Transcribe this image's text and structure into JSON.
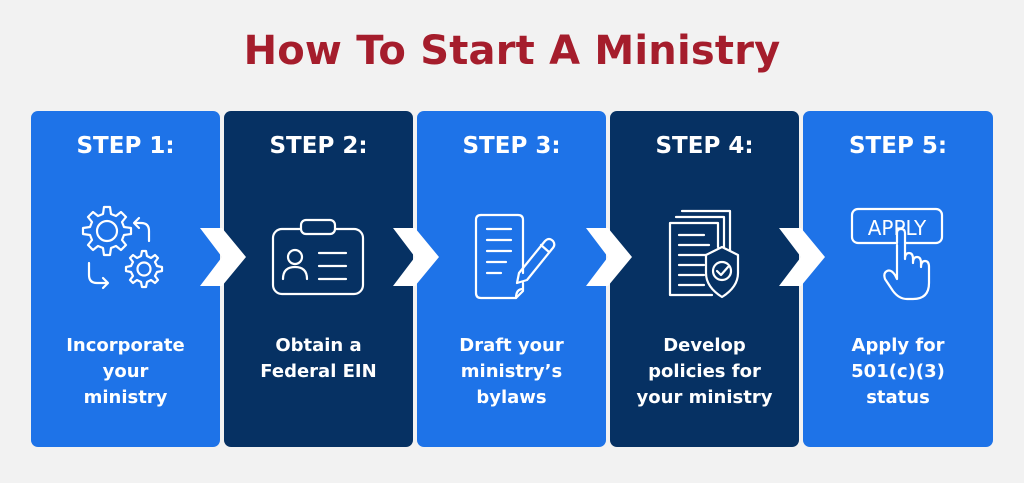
{
  "title": "How To Start A Ministry",
  "colors": {
    "title": "#a51d2c",
    "light_panel": "#1e73e8",
    "dark_panel": "#063163",
    "background": "#f2f2f2"
  },
  "steps": [
    {
      "label": "STEP 1:",
      "icon": "gears-cycle-icon",
      "lines": [
        "Incorporate",
        "your",
        "ministry"
      ]
    },
    {
      "label": "STEP 2:",
      "icon": "id-badge-icon",
      "lines": [
        "Obtain a",
        "Federal EIN"
      ]
    },
    {
      "label": "STEP 3:",
      "icon": "document-pencil-icon",
      "lines": [
        "Draft your",
        "ministry’s",
        "bylaws"
      ]
    },
    {
      "label": "STEP 4:",
      "icon": "documents-shield-icon",
      "lines": [
        "Develop",
        "policies for",
        "your ministry"
      ]
    },
    {
      "label": "STEP 5:",
      "icon": "apply-button-click-icon",
      "apply_text": "APPLY",
      "lines": [
        "Apply for",
        "501(c)(3)",
        "status"
      ]
    }
  ]
}
